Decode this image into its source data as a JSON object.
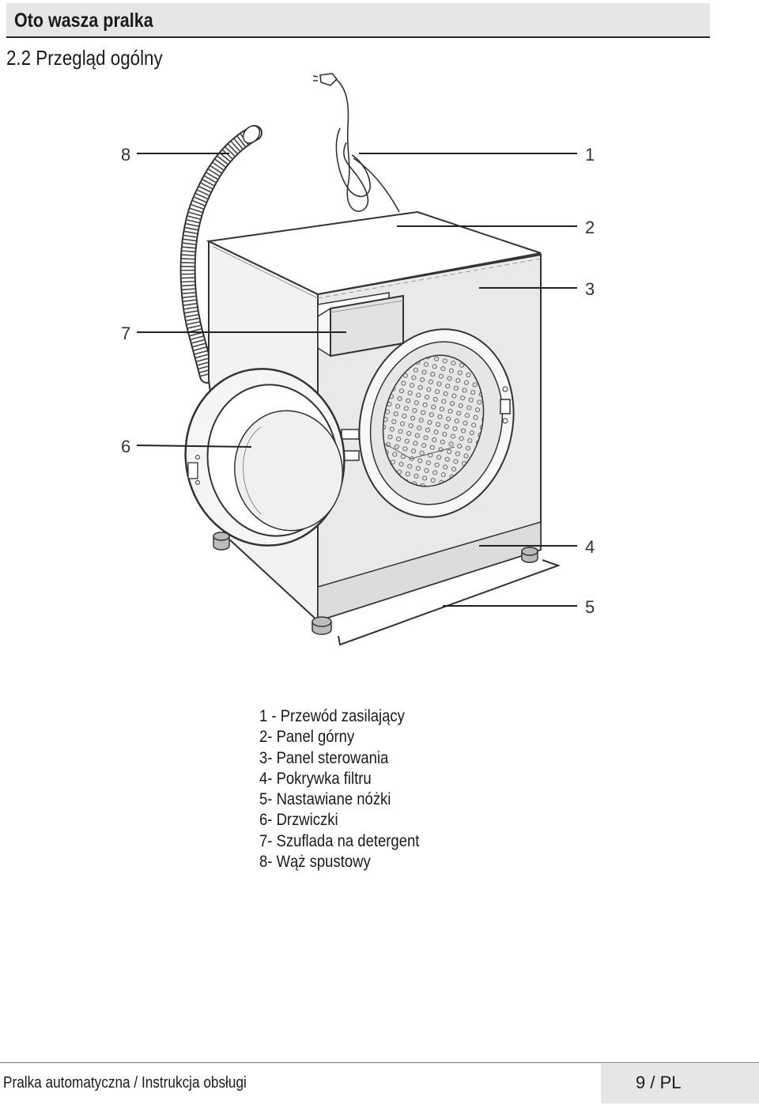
{
  "header": {
    "title": "Oto wasza pralka"
  },
  "section": {
    "title": "2.2 Przegląd ogólny"
  },
  "callouts": [
    "1",
    "2",
    "3",
    "4",
    "5",
    "6",
    "7",
    "8"
  ],
  "legend": [
    "1 - Przewód zasilający",
    "2- Panel górny",
    "3- Panel sterowania",
    "4- Pokrywka filtru",
    "5- Nastawiane nóżki",
    "6- Drzwiczki",
    "7- Szuflada na detergent",
    "8- Wąż spustowy"
  ],
  "footer": {
    "document": "Pralka automatyczna / Instrukcja obsługi",
    "page": "9 / PL"
  }
}
